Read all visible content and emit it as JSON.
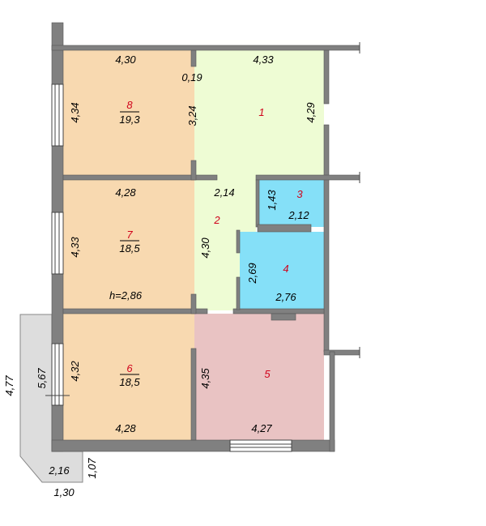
{
  "colors": {
    "room_orange": "#f8d9b0",
    "room_green": "#eefcd4",
    "room_blue": "#85e0f8",
    "room_pink": "#e9c3c3",
    "wall": "#808080",
    "balcony": "#dddddd",
    "room_number": "#d0021b"
  },
  "rooms": [
    {
      "id": "r8",
      "number": "8",
      "area": "19,3"
    },
    {
      "id": "r1",
      "number": "1"
    },
    {
      "id": "r7",
      "number": "7",
      "area": "18,5"
    },
    {
      "id": "r2",
      "number": "2"
    },
    {
      "id": "r3",
      "number": "3"
    },
    {
      "id": "r4",
      "number": "4"
    },
    {
      "id": "r6",
      "number": "6",
      "area": "18,5"
    },
    {
      "id": "r5",
      "number": "5"
    }
  ],
  "dimensions": {
    "r8_top": "4,30",
    "r8_left": "4,34",
    "door_gap": "0,19",
    "r8_right": "3,24",
    "r1_top": "4,33",
    "r1_right": "4,29",
    "r7_top": "4,28",
    "r7_left": "4,33",
    "ceiling": "h=2,86",
    "r2_top": "2,14",
    "r2_left": "4,30",
    "r3_left": "1,43",
    "r3_bottom": "2,12",
    "r4_left": "2,69",
    "r4_bottom": "2,76",
    "r6_left": "4,32",
    "r6_bottom": "4,28",
    "r5_left": "4,35",
    "r5_bottom": "4,27",
    "balcony_outer": "4,77",
    "balcony_inner": "5,67",
    "balcony_bottom": "2,16",
    "balcony_side": "1,07",
    "balcony_base": "1,30"
  }
}
